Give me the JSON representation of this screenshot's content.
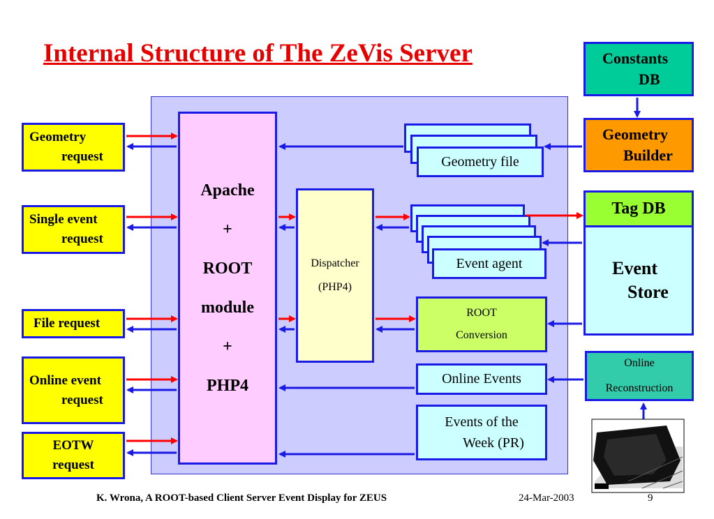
{
  "slide": {
    "title": "Internal Structure of The ZeVis Server",
    "footer_left": "K. Wrona, A ROOT-based Client Server Event Display for ZEUS",
    "footer_date": "24-Mar-2003",
    "page_number": "9"
  },
  "requests": [
    {
      "line1": "Geometry",
      "line2": "request"
    },
    {
      "line1": "Single event",
      "line2": "request"
    },
    {
      "line1": "File request",
      "line2": ""
    },
    {
      "line1": "Online event",
      "line2": "request"
    },
    {
      "line1": "EOTW",
      "line2": "request"
    }
  ],
  "apache": {
    "l1": "Apache",
    "l2": "+",
    "l3": "ROOT",
    "l4": "module",
    "l5": "+",
    "l6": "PHP4"
  },
  "dispatcher": {
    "l1": "Dispatcher",
    "l2": "(PHP4)"
  },
  "geometry_file": "Geometry file",
  "event_agent": "Event agent",
  "root_conversion": {
    "l1": "ROOT",
    "l2": "Conversion"
  },
  "online_events": "Online Events",
  "events_of_week": {
    "l1": "Events of the",
    "l2": "Week (PR)"
  },
  "constants_db": {
    "l1": "Constants",
    "l2": "DB"
  },
  "geometry_builder": {
    "l1": "Geometry",
    "l2": "Builder"
  },
  "tag_db": "Tag DB",
  "event_store": {
    "l1": "Event",
    "l2": "Store"
  },
  "online_reconstruction": {
    "l1": "Online",
    "l2": "Reconstruction"
  },
  "colors": {
    "red_arrow": "#ff0000",
    "blue_arrow": "#1a1ae6",
    "title": "#e60000"
  }
}
